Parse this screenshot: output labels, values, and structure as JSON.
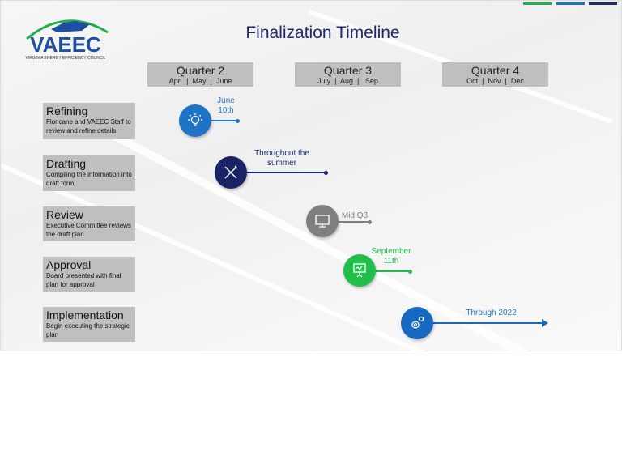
{
  "title": "Finalization Timeline",
  "logo": {
    "text": "VAEEC",
    "subtitle": "VIRGINIA ENERGY EFFICIENCY COUNCIL"
  },
  "accent_colors": {
    "green": "#22b04b",
    "blue": "#1f73c4",
    "navy": "#1f2a6e"
  },
  "quarters": [
    {
      "label": "Quarter 2",
      "months": "Apr   |  May  |  June"
    },
    {
      "label": "Quarter 3",
      "months": "July  |  Aug  |   Sep"
    },
    {
      "label": "Quarter 4",
      "months": "Oct  |  Nov  |  Dec"
    }
  ],
  "steps": [
    {
      "heading": "Refining",
      "description": "Floricane and VAEEC Staff to review and refine details",
      "milestone": "June 10th",
      "icon": "lightbulb-icon",
      "color": "#1f73c4"
    },
    {
      "heading": "Drafting",
      "description": "Compiling the information into draft form",
      "milestone": "Throughout the summer",
      "icon": "pen-tools-icon",
      "color": "#1a2366"
    },
    {
      "heading": "Review",
      "description": "Executive Committee reviews the draft plan",
      "milestone": "Mid Q3",
      "icon": "monitor-icon",
      "color": "#7f7f7f"
    },
    {
      "heading": "Approval",
      "description": "Board presented with final plan for approval",
      "milestone": "September 11th",
      "icon": "presentation-chart-icon",
      "color": "#1fbf4a"
    },
    {
      "heading": "Implementation",
      "description": "Begin executing the strategic plan",
      "milestone": "Through 2022",
      "icon": "gears-icon",
      "color": "#1668c0"
    }
  ]
}
